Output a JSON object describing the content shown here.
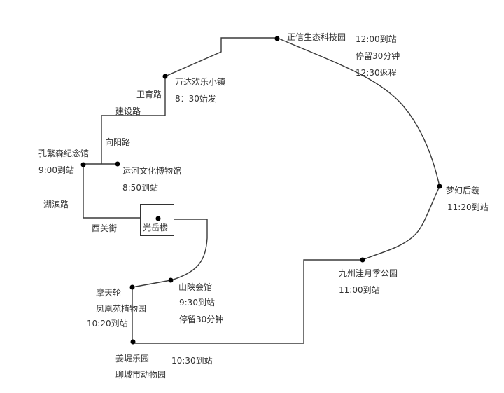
{
  "diagram": {
    "type": "route-map",
    "line_color": "#3a3a3a",
    "dot_color": "#000000",
    "text_color": "#333333",
    "stops": [
      {
        "id": "wanda",
        "name": "万达欢乐小镇",
        "notes": [
          "8：30始发"
        ]
      },
      {
        "id": "zhengxin",
        "name": "正信生态科技园",
        "notes": [
          "12:00到站",
          "停留30分钟",
          "12:30返程"
        ]
      },
      {
        "id": "menghuan",
        "name": "梦幻后羲",
        "notes": [
          "11:20到站"
        ]
      },
      {
        "id": "jiuzhou",
        "name": "九州洼月季公园",
        "notes": [
          "11:00到站"
        ]
      },
      {
        "id": "kongfan",
        "name": "孔繁森纪念馆",
        "notes": [
          "9:00到站"
        ]
      },
      {
        "id": "yunhe",
        "name": "运河文化博物馆",
        "notes": [
          "8:50到站"
        ]
      },
      {
        "id": "guangyue",
        "name": "光岳楼",
        "notes": []
      },
      {
        "id": "shanshan",
        "name": "山陕会馆",
        "notes": [
          "9:30到站",
          "停留30分钟"
        ]
      },
      {
        "id": "motianlun",
        "name": "摩天轮",
        "notes": [
          "凤凰苑植物园",
          "10:20到站"
        ]
      },
      {
        "id": "jiangdi",
        "name": "姜堤乐园",
        "notes": [
          "聊城市动物园",
          "10:30到站"
        ]
      }
    ],
    "roads": [
      "卫育路",
      "建设路",
      "向阳路",
      "湖滨路",
      "西关街"
    ]
  }
}
